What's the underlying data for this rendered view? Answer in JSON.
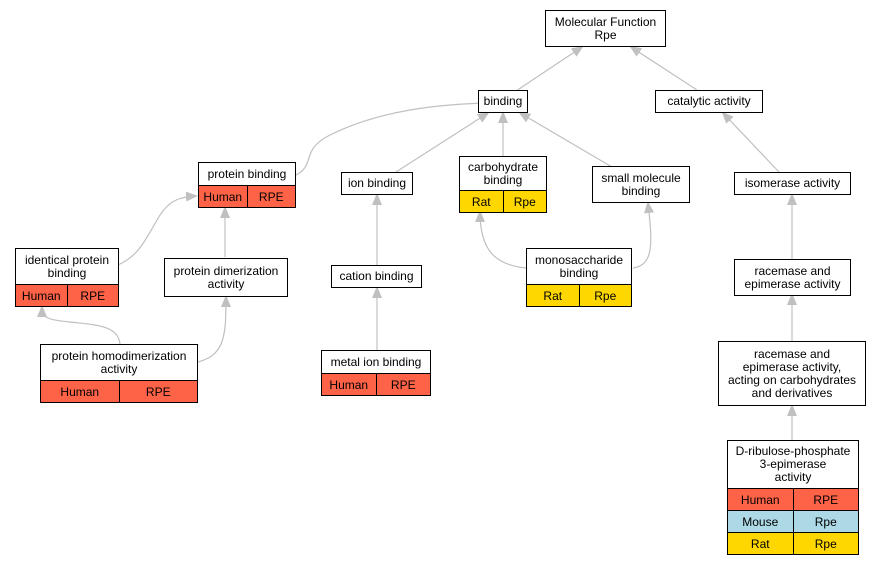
{
  "title": "Molecular Function Rpe",
  "nodes": {
    "molecular_function": {
      "lines": [
        "Molecular Function",
        "Rpe"
      ]
    },
    "binding": {
      "lines": [
        "binding"
      ]
    },
    "catalytic_activity": {
      "lines": [
        "catalytic activity"
      ]
    },
    "protein_binding": {
      "lines": [
        "protein binding"
      ],
      "rows": [
        [
          "Human",
          "RPE"
        ]
      ]
    },
    "ion_binding": {
      "lines": [
        "ion binding"
      ]
    },
    "carbohydrate_binding": {
      "lines": [
        "carbohydrate",
        "binding"
      ],
      "rows": [
        [
          "Rat",
          "Rpe"
        ]
      ]
    },
    "small_molecule_binding": {
      "lines": [
        "small molecule",
        "binding"
      ]
    },
    "isomerase_activity": {
      "lines": [
        "isomerase activity"
      ]
    },
    "identical_protein_binding": {
      "lines": [
        "identical protein",
        "binding"
      ],
      "rows": [
        [
          "Human",
          "RPE"
        ]
      ]
    },
    "protein_dimerization_activity": {
      "lines": [
        "protein dimerization",
        "activity"
      ]
    },
    "cation_binding": {
      "lines": [
        "cation binding"
      ]
    },
    "monosaccharide_binding": {
      "lines": [
        "monosaccharide",
        "binding"
      ],
      "rows": [
        [
          "Rat",
          "Rpe"
        ]
      ]
    },
    "racemase_epimerase_activity": {
      "lines": [
        "racemase and",
        "epimerase activity"
      ]
    },
    "protein_homodimerization_activity": {
      "lines": [
        "protein homodimerization",
        "activity"
      ],
      "rows": [
        [
          "Human",
          "RPE"
        ]
      ]
    },
    "metal_ion_binding": {
      "lines": [
        "metal ion binding"
      ],
      "rows": [
        [
          "Human",
          "RPE"
        ]
      ]
    },
    "racemase_epimerase_carbohydrates": {
      "lines": [
        "racemase and",
        "epimerase activity,",
        "acting on carbohydrates",
        "and derivatives"
      ]
    },
    "ribulose_phosphate_epimerase": {
      "lines": [
        "D-ribulose-phosphate",
        "3-epimerase",
        "activity"
      ],
      "rows": [
        [
          "Human",
          "RPE"
        ],
        [
          "Mouse",
          "Rpe"
        ],
        [
          "Rat",
          "Rpe"
        ]
      ]
    }
  },
  "species_colors": {
    "Human": "#ff6347",
    "Mouse": "#add8e6",
    "Rat": "#ffd700"
  },
  "edge_color": "#c0c0c0"
}
